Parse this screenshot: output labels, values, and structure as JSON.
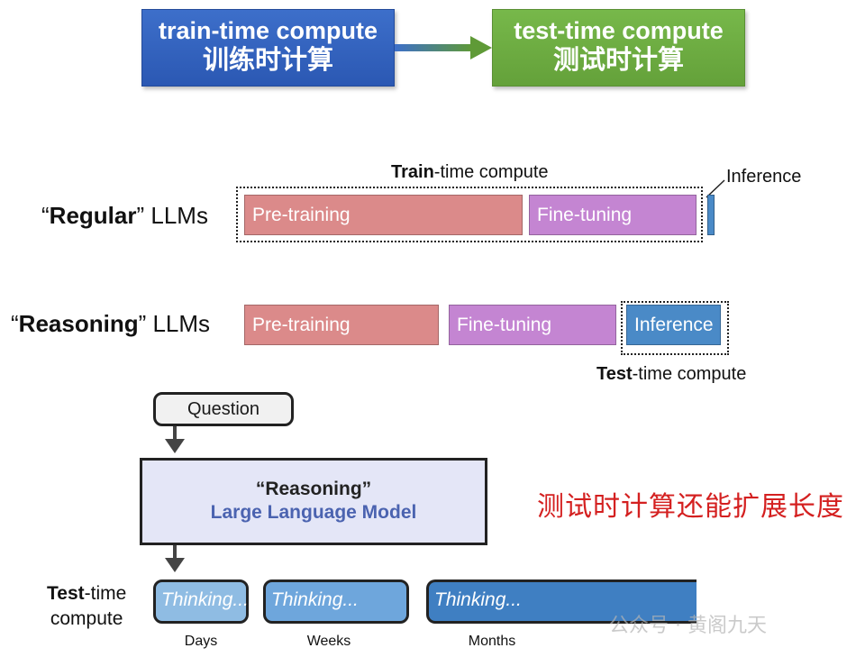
{
  "top": {
    "train_en": "train-time compute",
    "train_zh": "训练时计算",
    "test_en": "test-time compute",
    "test_zh": "测试时计算"
  },
  "regular": {
    "label_open": "“",
    "label_bold": "Regular",
    "label_rest": "” LLMs",
    "train_caption_bold": "Train",
    "train_caption_rest": "-time compute",
    "pretraining": "Pre-training",
    "finetuning": "Fine-tuning",
    "inference": "Inference"
  },
  "reasoning": {
    "label_open": "“",
    "label_bold": "Reasoning",
    "label_rest": "” LLMs",
    "pretraining": "Pre-training",
    "finetuning": "Fine-tuning",
    "inference": "Inference",
    "test_caption_bold": "Test",
    "test_caption_rest": "-time compute"
  },
  "flow": {
    "question": "Question",
    "model_line1": "“Reasoning”",
    "model_line2": "Large Language Model",
    "test_label_bold": "Test",
    "test_label_rest": "-time",
    "test_label_line2": "compute",
    "thinking": [
      "Thinking...",
      "Thinking...",
      "Thinking..."
    ],
    "durations": [
      "Days",
      "Weeks",
      "Months"
    ]
  },
  "note": "测试时计算还能扩展长度",
  "watermark": "公众号 · 黄阁九天",
  "colors": {
    "train_box": "#3d6fca",
    "test_box": "#77b84a",
    "pretraining": "#db8a8a",
    "finetuning": "#c485d2",
    "inference": "#4a8ac7",
    "note": "#d42020"
  }
}
